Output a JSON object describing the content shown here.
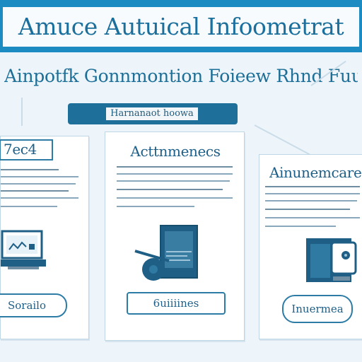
{
  "header": {
    "title": "Amuce Autuical Infoometrat"
  },
  "subtitle": "Ainpotfk Gonnmontion Foieew Rhnd Fuut",
  "section": {
    "label": "Harnanaot hoowa"
  },
  "cards": [
    {
      "title": "7ec4",
      "button_label": "Sorailo",
      "icon": "laptop-dashboard-icon"
    },
    {
      "title": "Acttnmenecs",
      "button_label": "6uiiiines",
      "icon": "tablet-device-icon"
    },
    {
      "title": "Ainunemcare",
      "button_label": "Inuermea",
      "icon": "server-device-icon"
    }
  ],
  "colors": {
    "accent": "#1b8bc2",
    "dark_accent": "#1e6f99",
    "background": "#eef5fa"
  }
}
